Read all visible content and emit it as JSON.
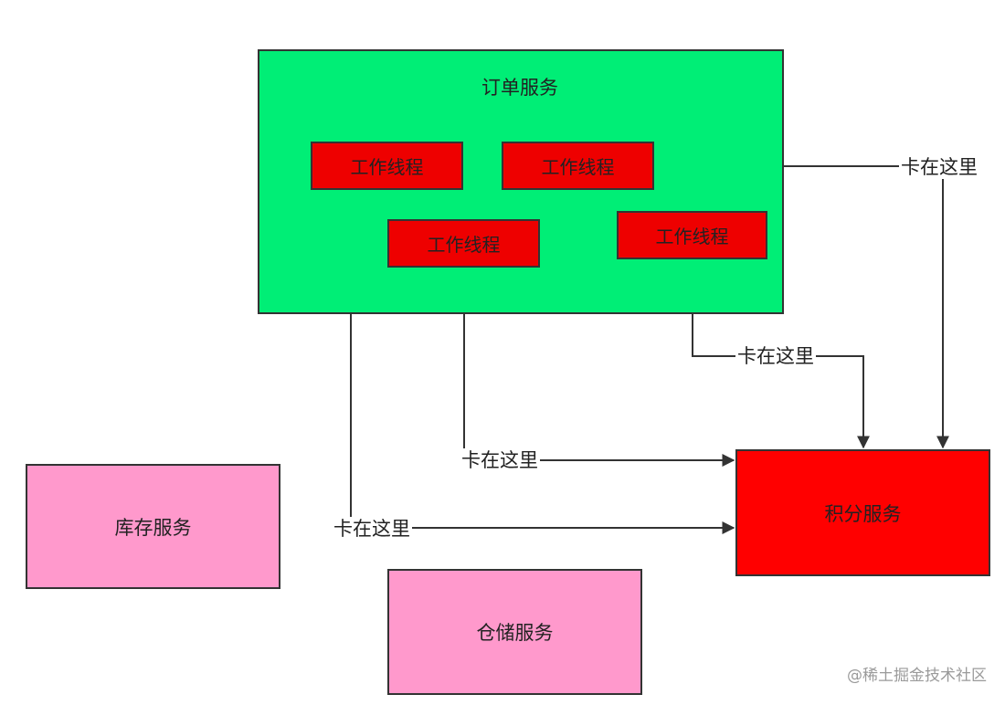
{
  "colors": {
    "order_service_fill": "#00EE76",
    "worker_fill": "#EE0000",
    "points_service_fill": "#FF0000",
    "gray_service_fill": "#FF99CC",
    "line": "#333333"
  },
  "order_service": {
    "title": "订单服务",
    "threads": [
      "工作线程",
      "工作线程",
      "工作线程",
      "工作线程"
    ]
  },
  "points_service": {
    "title": "积分服务"
  },
  "inventory_service": {
    "title": "库存服务"
  },
  "warehouse_service": {
    "title": "仓储服务"
  },
  "stuck_labels": [
    "卡在这里",
    "卡在这里",
    "卡在这里",
    "卡在这里"
  ],
  "watermark": "@稀土掘金技术社区"
}
